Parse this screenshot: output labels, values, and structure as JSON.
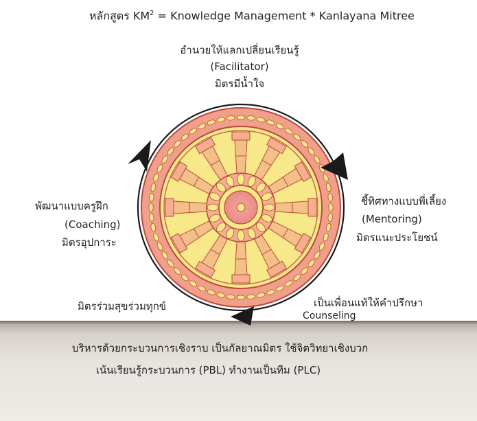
{
  "title": {
    "prefix": "หลักสูตร KM",
    "superscript": "2",
    "rest": " =  Knowledge Management * Kanlayana Mitree"
  },
  "top": {
    "line1": "อำนวยให้แลกเปลี่ยนเรียนรู้",
    "line2": "(Facilitator)",
    "line3": "มิตรมีน้ำใจ"
  },
  "left": {
    "line1": "พัฒนาแบบครูฝึก",
    "line2": "(Coaching)",
    "line3": "มิตรอุปการะ"
  },
  "right": {
    "line1": "ชี้ทิศทางแบบพี่เลี้ยง",
    "line2": "(Mentoring)",
    "line3": "มิตรแนะประโยชน์"
  },
  "bottom_left": "มิตรร่วมสุขร่วมทุกข์",
  "bottom_right": {
    "line1": "เป็นเพื่อนแท้ให้คำปรึกษา",
    "line2": "Counseling"
  },
  "footer": {
    "line1": "บริหารด้วยกระบวนการเชิงราบ   เป็นกัลยาณมิตร  ใช้จิตวิทยาเชิงบวก",
    "line2": "เน้นเรียนรู้กระบวนการ (PBL)   ทำงานเป็นทีม (PLC)"
  },
  "colors": {
    "wheel_outer": "#f0a08a",
    "wheel_inner": "#f7e98a",
    "wheel_line": "#b84a3a",
    "arrow": "#1a1a1a"
  }
}
